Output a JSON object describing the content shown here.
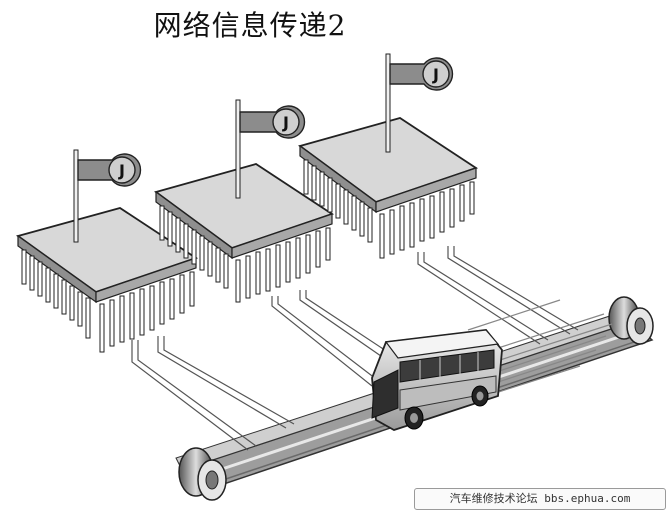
{
  "title": "网络信息传递2",
  "chips": [
    {
      "id": "left",
      "flag_label": "J"
    },
    {
      "id": "middle",
      "flag_label": "J"
    },
    {
      "id": "right",
      "flag_label": "J"
    }
  ],
  "watermark": "汽车维修技术论坛 bbs.ephua.com",
  "colors": {
    "chip_top": "#d9d9d9",
    "chip_side": "#9e9e9e",
    "flag": "#8c8c8c",
    "lines": "#777777",
    "background": "#ffffff"
  }
}
